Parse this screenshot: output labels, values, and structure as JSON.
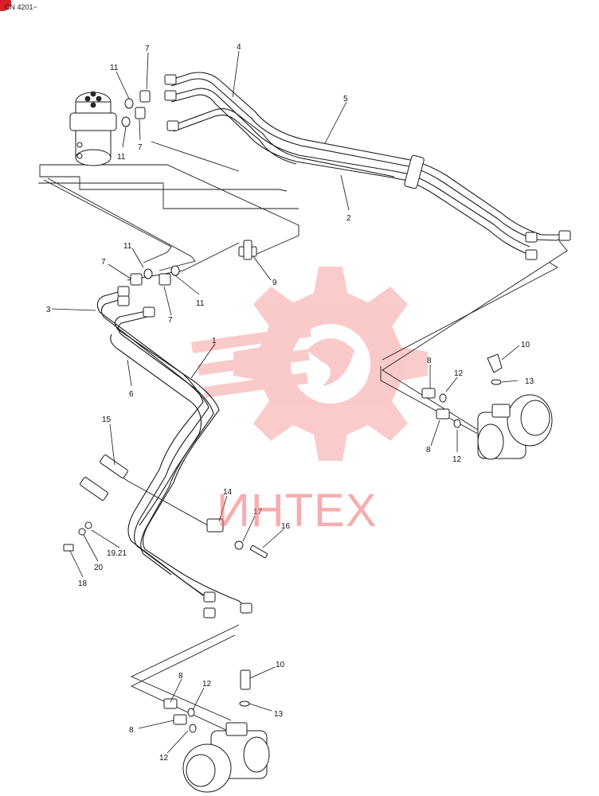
{
  "serial_note": "CN 4201~",
  "watermark": {
    "text": "ИНТЕХ",
    "color": "#f26b6b"
  },
  "accent_color": "#d8202a",
  "callouts": [
    {
      "id": "c-top-7",
      "text": "7"
    },
    {
      "id": "c-top-4",
      "text": "4"
    },
    {
      "id": "c-top-11a",
      "text": "11"
    },
    {
      "id": "c-top-11b",
      "text": "11"
    },
    {
      "id": "c-top-7b",
      "text": "7"
    },
    {
      "id": "c-5",
      "text": "5"
    },
    {
      "id": "c-2",
      "text": "2"
    },
    {
      "id": "c-9",
      "text": "9"
    },
    {
      "id": "c-mid-11a",
      "text": "11"
    },
    {
      "id": "c-mid-7a",
      "text": "7"
    },
    {
      "id": "c-mid-11b",
      "text": "11"
    },
    {
      "id": "c-mid-7b",
      "text": "7"
    },
    {
      "id": "c-3",
      "text": "3"
    },
    {
      "id": "c-1",
      "text": "1"
    },
    {
      "id": "c-6",
      "text": "6"
    },
    {
      "id": "c-r-10",
      "text": "10"
    },
    {
      "id": "c-r-8a",
      "text": "8"
    },
    {
      "id": "c-r-12a",
      "text": "12"
    },
    {
      "id": "c-r-13",
      "text": "13"
    },
    {
      "id": "c-r-8b",
      "text": "8"
    },
    {
      "id": "c-r-12b",
      "text": "12"
    },
    {
      "id": "c-15",
      "text": "15"
    },
    {
      "id": "c-14",
      "text": "14"
    },
    {
      "id": "c-17",
      "text": "17"
    },
    {
      "id": "c-16",
      "text": "16"
    },
    {
      "id": "c-1921",
      "text": "19.21"
    },
    {
      "id": "c-20",
      "text": "20"
    },
    {
      "id": "c-18",
      "text": "18"
    },
    {
      "id": "c-b-10",
      "text": "10"
    },
    {
      "id": "c-b-8a",
      "text": "8"
    },
    {
      "id": "c-b-12a",
      "text": "12"
    },
    {
      "id": "c-b-13",
      "text": "13"
    },
    {
      "id": "c-b-8b",
      "text": "8"
    },
    {
      "id": "c-b-12b",
      "text": "12"
    }
  ]
}
